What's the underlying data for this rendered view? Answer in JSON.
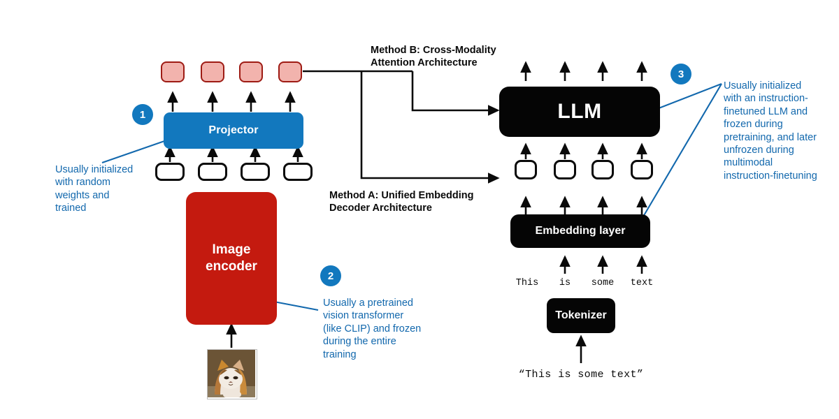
{
  "diagram": {
    "title_method_a": "Method A: Unified Embedding\nDecoder Architecture",
    "title_method_b": "Method B: Cross-Modality\nAttention Architecture",
    "method_a_line1": "Method A: Unified Embedding",
    "method_a_line2": "Decoder Architecture",
    "method_b_line1": "Method B: Cross-Modality",
    "method_b_line2": "Attention Architecture"
  },
  "blocks": {
    "projector": "Projector",
    "image_encoder_line1": "Image",
    "image_encoder_line2": "encoder",
    "llm": "LLM",
    "embedding_layer": "Embedding layer",
    "tokenizer": "Tokenizer"
  },
  "tokens": {
    "words": [
      "This",
      "is",
      "some",
      "text"
    ],
    "raw_text": "“This is some text”"
  },
  "annotations": [
    {
      "badge": "1",
      "text": "Usually initialized\nwith random\nweights and\ntrained",
      "lines": [
        "Usually initialized",
        "with random",
        "weights and",
        "trained"
      ]
    },
    {
      "badge": "2",
      "text": "Usually a pretrained\nvision transformer\n(like CLIP) and frozen\nduring the entire\ntraining",
      "lines": [
        "Usually a pretrained",
        "vision transformer",
        "(like CLIP) and frozen",
        "during the entire",
        "training"
      ]
    },
    {
      "badge": "3",
      "text": "Usually initialized\nwith an instruction-\nfinetuned LLM and\nfrozen during\npretraining, and later\nunfrozen during\nmultimodal\ninstruction-finetuning",
      "lines": [
        "Usually initialized",
        "with an instruction-",
        "finetuned LLM and",
        "frozen during",
        "pretraining, and later",
        "unfrozen during",
        "multimodal",
        "instruction-finetuning"
      ]
    }
  ],
  "colors": {
    "accent_blue": "#1278be",
    "annotation_blue": "#1268ad",
    "encoder_red": "#c41a0f",
    "token_pink": "#f2b3ad",
    "token_pink_border": "#9e1b14",
    "black": "#050505"
  },
  "image": {
    "alt": "photo of a calico cat"
  }
}
